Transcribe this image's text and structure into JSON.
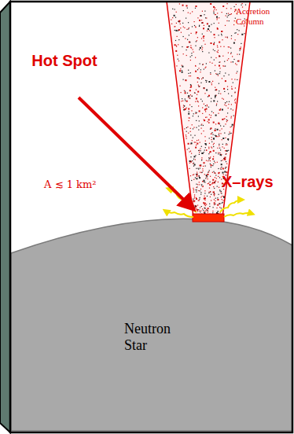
{
  "diagram": {
    "nodes": [
      {
        "text": [
          "Neutron Star"
        ]
      }
    ],
    "labels": [
      "Accretion Column",
      "Hot Spot",
      "A ≲ 1 km²",
      "X–rays"
    ]
  }
}
